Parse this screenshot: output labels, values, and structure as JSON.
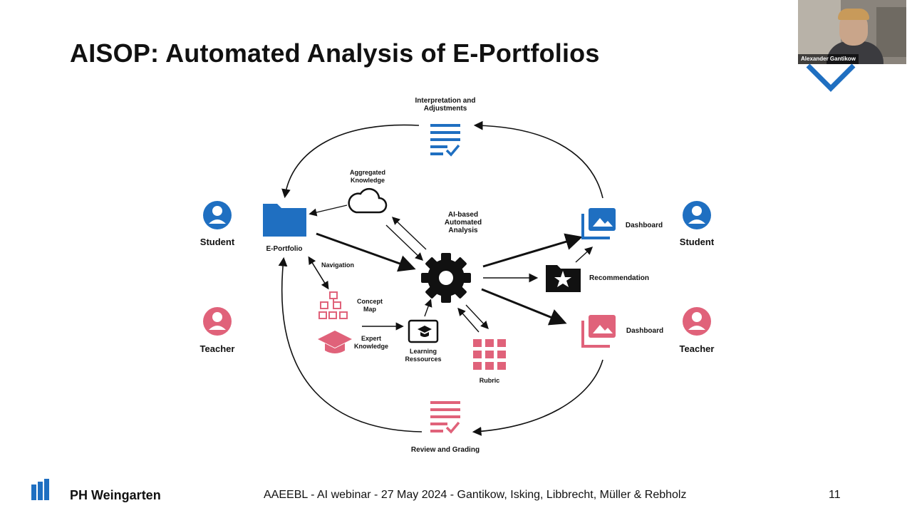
{
  "slide": {
    "title": "AISOP: Automated Analysis of E-Portfolios",
    "page_number": "11"
  },
  "footer": {
    "organization": "PH Weingarten",
    "event_text": "AAEEBL - AI webinar  - 27 May 2024 - Gantikow, Isking, Libbrecht, Müller & Rebholz"
  },
  "video": {
    "participant_name": "Alexander Gantikow"
  },
  "diagram": {
    "top_node": "Interpretation and Adjustments",
    "cloud_node": "Aggregated Knowledge",
    "center_node": "AI-based Automated Analysis",
    "portfolio_node": "E-Portfolio",
    "navigation_label": "Navigation",
    "concept_map_node": "Concept Map",
    "expert_knowledge_node": "Expert Knowledge",
    "learning_resources_node": "Learning Ressources",
    "rubric_node": "Rubric",
    "recommendation_node": "Recommendation",
    "student_dashboard": "Dashboard",
    "teacher_dashboard": "Dashboard",
    "bottom_node": "Review and Grading",
    "student_left": "Student",
    "student_right": "Student",
    "teacher_left": "Teacher",
    "teacher_right": "Teacher",
    "colors": {
      "student": "#1f6fc1",
      "teacher": "#e0627a",
      "neutral": "#111111"
    }
  }
}
